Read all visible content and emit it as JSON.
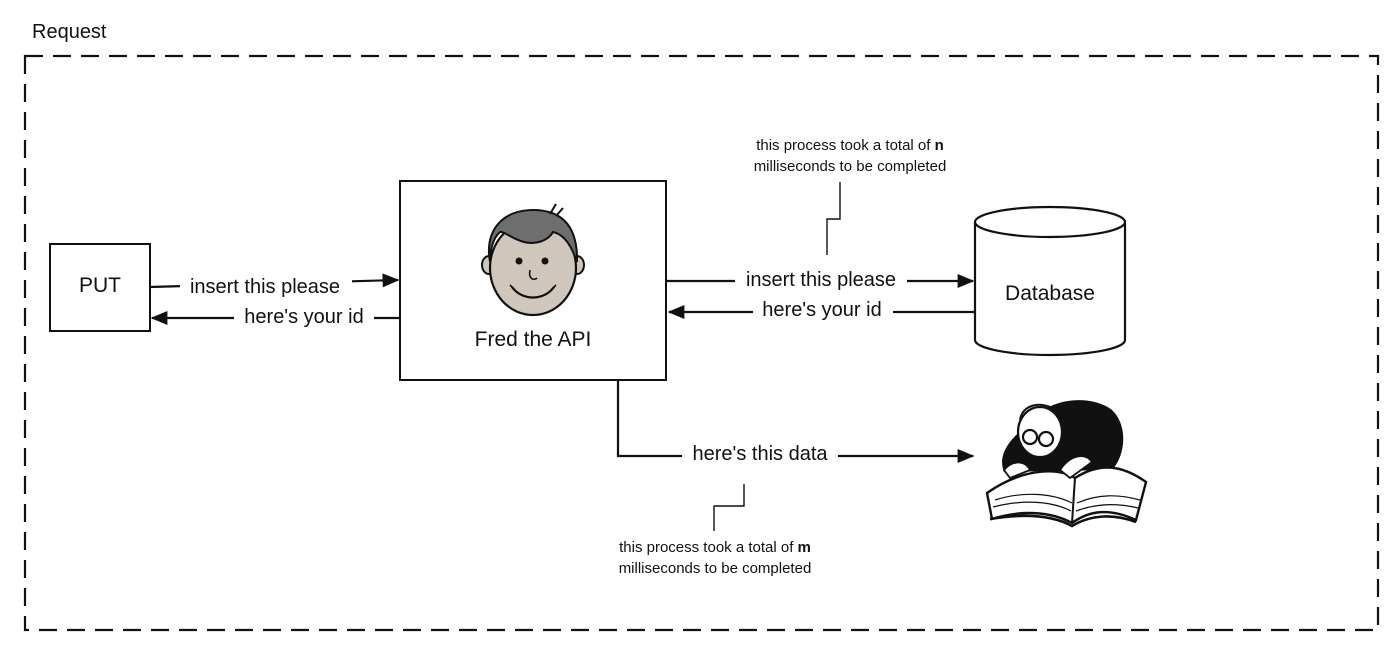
{
  "frame": {
    "title": "Request"
  },
  "put_box": {
    "label": "PUT"
  },
  "api_box": {
    "label": "Fred the API"
  },
  "database": {
    "label": "Database"
  },
  "arrows": {
    "put_to_api": "insert this please",
    "api_to_put": "here's your id",
    "api_to_db": "insert this please",
    "db_to_api": "here's your id",
    "api_to_reader": "here's this data"
  },
  "notes": {
    "db_note": {
      "line1_prefix": "this process took a total of ",
      "variable": "n",
      "line2": "milliseconds to be completed"
    },
    "data_note": {
      "line1_prefix": "this process took a total of ",
      "variable": "m",
      "line2": "milliseconds to be completed"
    }
  },
  "illustrations": {
    "api_face": "smiling-face-icon",
    "reader": "reading-person-icon"
  }
}
